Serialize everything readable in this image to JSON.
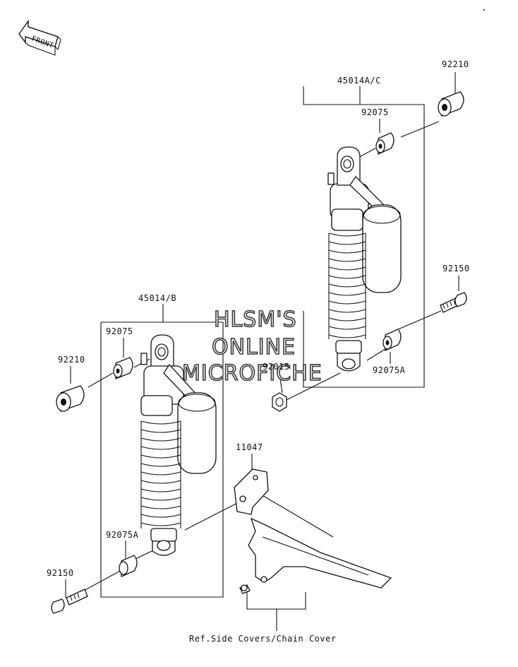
{
  "orientation": {
    "label": "FRONT"
  },
  "watermark": {
    "line1": "HLSM'S",
    "line2": "ONLINE",
    "line3": "MICROFICHE"
  },
  "labels": {
    "shock_right": "45014A/C",
    "shock_left": "45014/B",
    "collar_92210_top": "92210",
    "collar_92210_left": "92210",
    "bush_92075_right": "92075",
    "bush_92075_left": "92075",
    "bolt_92150_right": "92150",
    "bolt_92150_left": "92150",
    "bush_92075A_right": "92075A",
    "bush_92075A_left": "92075A",
    "nut_92015": "92015",
    "bracket_11047": "11047",
    "reference": "Ref.Side Covers/Chain Cover"
  }
}
